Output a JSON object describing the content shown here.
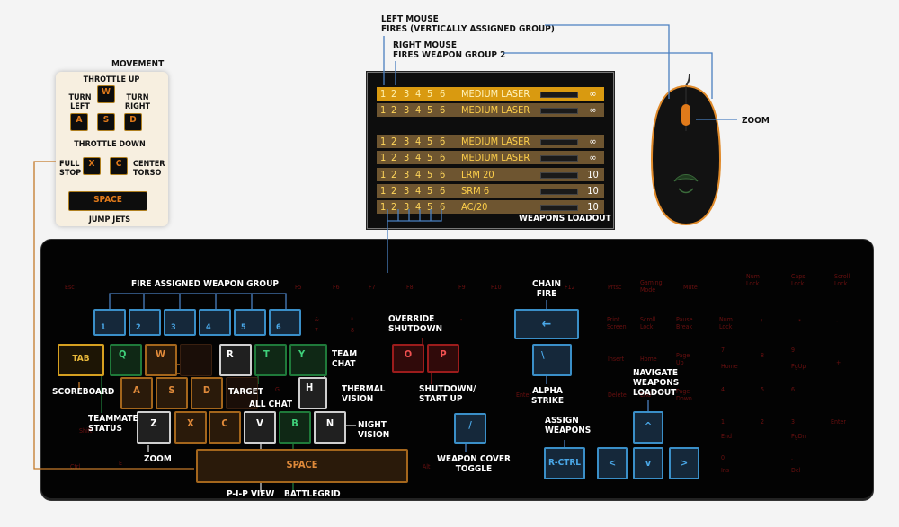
{
  "movement": {
    "title": "MOVEMENT",
    "throttle_up": "THROTTLE UP",
    "turn_left": [
      "TURN",
      "LEFT"
    ],
    "turn_right": [
      "TURN",
      "RIGHT"
    ],
    "throttle_down": "THROTTLE DOWN",
    "full_stop": [
      "FULL",
      "STOP"
    ],
    "center_torso": [
      "CENTER",
      "TORSO"
    ],
    "jump_jets": "JUMP JETS",
    "keys": {
      "w": "W",
      "a": "A",
      "s": "S",
      "d": "D",
      "x": "X",
      "c": "C",
      "space": "SPACE"
    }
  },
  "mouse": {
    "left_label": [
      "LEFT MOUSE",
      "FIRES (VERTICALLY ASSIGNED GROUP)"
    ],
    "right_label": [
      "RIGHT MOUSE",
      "FIRES WEAPON GROUP 2"
    ],
    "zoom": "ZOOM"
  },
  "weapons": {
    "title": "WEAPONS LOADOUT",
    "rows": [
      {
        "groups": [
          "1",
          "2",
          "3",
          "4",
          "5",
          "6"
        ],
        "name": "MEDIUM LASER",
        "ammo": "∞",
        "style": "l1"
      },
      {
        "groups": [
          "1",
          "2",
          "3",
          "4",
          "5",
          "6"
        ],
        "name": "MEDIUM LASER",
        "ammo": "∞",
        "style": "l2"
      },
      {
        "groups": [
          "1",
          "2",
          "3",
          "4",
          "5",
          "6"
        ],
        "name": "MEDIUM LASER",
        "ammo": "∞",
        "style": "l2"
      },
      {
        "groups": [
          "1",
          "2",
          "3",
          "4",
          "5",
          "6"
        ],
        "name": "MEDIUM LASER",
        "ammo": "∞",
        "style": "l2"
      },
      {
        "groups": [
          "1",
          "2",
          "3",
          "4",
          "5",
          "6"
        ],
        "name": "LRM 20",
        "ammo": "10",
        "style": "l2"
      },
      {
        "groups": [
          "1",
          "2",
          "3",
          "4",
          "5",
          "6"
        ],
        "name": "SRM 6",
        "ammo": "10",
        "style": "l2"
      },
      {
        "groups": [
          "1",
          "2",
          "3",
          "4",
          "5",
          "6"
        ],
        "name": "AC/20",
        "ammo": "10",
        "style": "l2"
      }
    ]
  },
  "keyboard": {
    "dim_labels": {
      "esc": "Esc",
      "f5": "F5",
      "f6": "F6",
      "f7": "F7",
      "f8": "F8",
      "f9": "F9",
      "f10": "F10",
      "f12": "F12",
      "prtsc": "Prtsc",
      "gaming": [
        "Gaming",
        "Mode"
      ],
      "mute": "Mute",
      "numlock": [
        "Num",
        "Lock"
      ],
      "capslock": [
        "Caps",
        "Lock"
      ],
      "scrolllock": [
        "Scroll",
        "Lock"
      ],
      "print": [
        "Print",
        "Screen"
      ],
      "scroll": [
        "Scroll",
        "Lock"
      ],
      "pause": [
        "Pause",
        "Break"
      ],
      "insert": "Insert",
      "home": "Home",
      "pageup": [
        "Page",
        "Up"
      ],
      "delete": "Delete",
      "end": "End",
      "pagedown": [
        "Page",
        "Down"
      ],
      "enter": "Enter",
      "shift": "Shift",
      "ctrl": "Ctrl",
      "alt": "Alt",
      "num_lock2": [
        "Num",
        "Lock"
      ],
      "slash": "/",
      "star": "*",
      "minus": "-",
      "plus": "+",
      "n7": "7",
      "n8": "8",
      "n9": "9",
      "n4": "4",
      "n5": "5",
      "n6": "6",
      "n1": "1",
      "n2": "2",
      "n3": "3",
      "n0": "0",
      "ndot": ".",
      "home2": "Home",
      "pgup": "PgUp",
      "end2": "End",
      "pgdn": "PgDn",
      "ins": "Ins",
      "del": "Del",
      "enter2": "Enter",
      "amp": "&",
      "seven": "7",
      "star2": "*",
      "eight": "8",
      "e": "E",
      "g": "G",
      "minus2": "-",
      "ctrl_e": "E"
    },
    "keys": {
      "k1": "1",
      "k2": "2",
      "k3": "3",
      "k4": "4",
      "k5": "5",
      "k6": "6",
      "tab": "TAB",
      "q": "Q",
      "w": "W",
      "r": "R",
      "t": "T",
      "y": "Y",
      "a": "A",
      "s": "S",
      "d": "D",
      "h": "H",
      "z": "Z",
      "x": "X",
      "c": "C",
      "v": "V",
      "b": "B",
      "n": "N",
      "space": "SPACE",
      "o": "O",
      "p": "P",
      "backspace": "←",
      "backslash": "\\",
      "slash": "/",
      "rctrl": "R-CTRL",
      "up": "^",
      "left": "<",
      "down": "v",
      "right": ">"
    },
    "labels": {
      "fire_group": "FIRE ASSIGNED WEAPON GROUP",
      "chain_fire": [
        "CHAIN",
        "FIRE"
      ],
      "override": [
        "OVERRIDE",
        "SHUTDOWN"
      ],
      "team_chat": [
        "TEAM",
        "CHAT"
      ],
      "scoreboard": "SCOREBOARD",
      "target": "TARGET",
      "all_chat": "ALL CHAT",
      "thermal": [
        "THERMAL",
        "VISION"
      ],
      "shutdown": [
        "SHUTDOWN/",
        "START UP"
      ],
      "alpha": [
        "ALPHA",
        "STRIKE"
      ],
      "navigate": [
        "NAVIGATE",
        "WEAPONS",
        "LOADOUT"
      ],
      "teammate": [
        "TEAMMATE",
        "STATUS"
      ],
      "night": [
        "NIGHT",
        "VISION"
      ],
      "assign": [
        "ASSIGN",
        "WEAPONS"
      ],
      "zoom": "ZOOM",
      "cover": [
        "WEAPON COVER",
        "TOGGLE"
      ],
      "pip": "P-I-P VIEW",
      "battlegrid": "BATTLEGRID"
    }
  },
  "colors": {
    "accent_orange": "#e08a3a",
    "accent_blue": "#3a8fc8",
    "panel_gold": "#d99a10",
    "line_blue": "#4a7fc0",
    "line_orange": "#c47a2a"
  }
}
